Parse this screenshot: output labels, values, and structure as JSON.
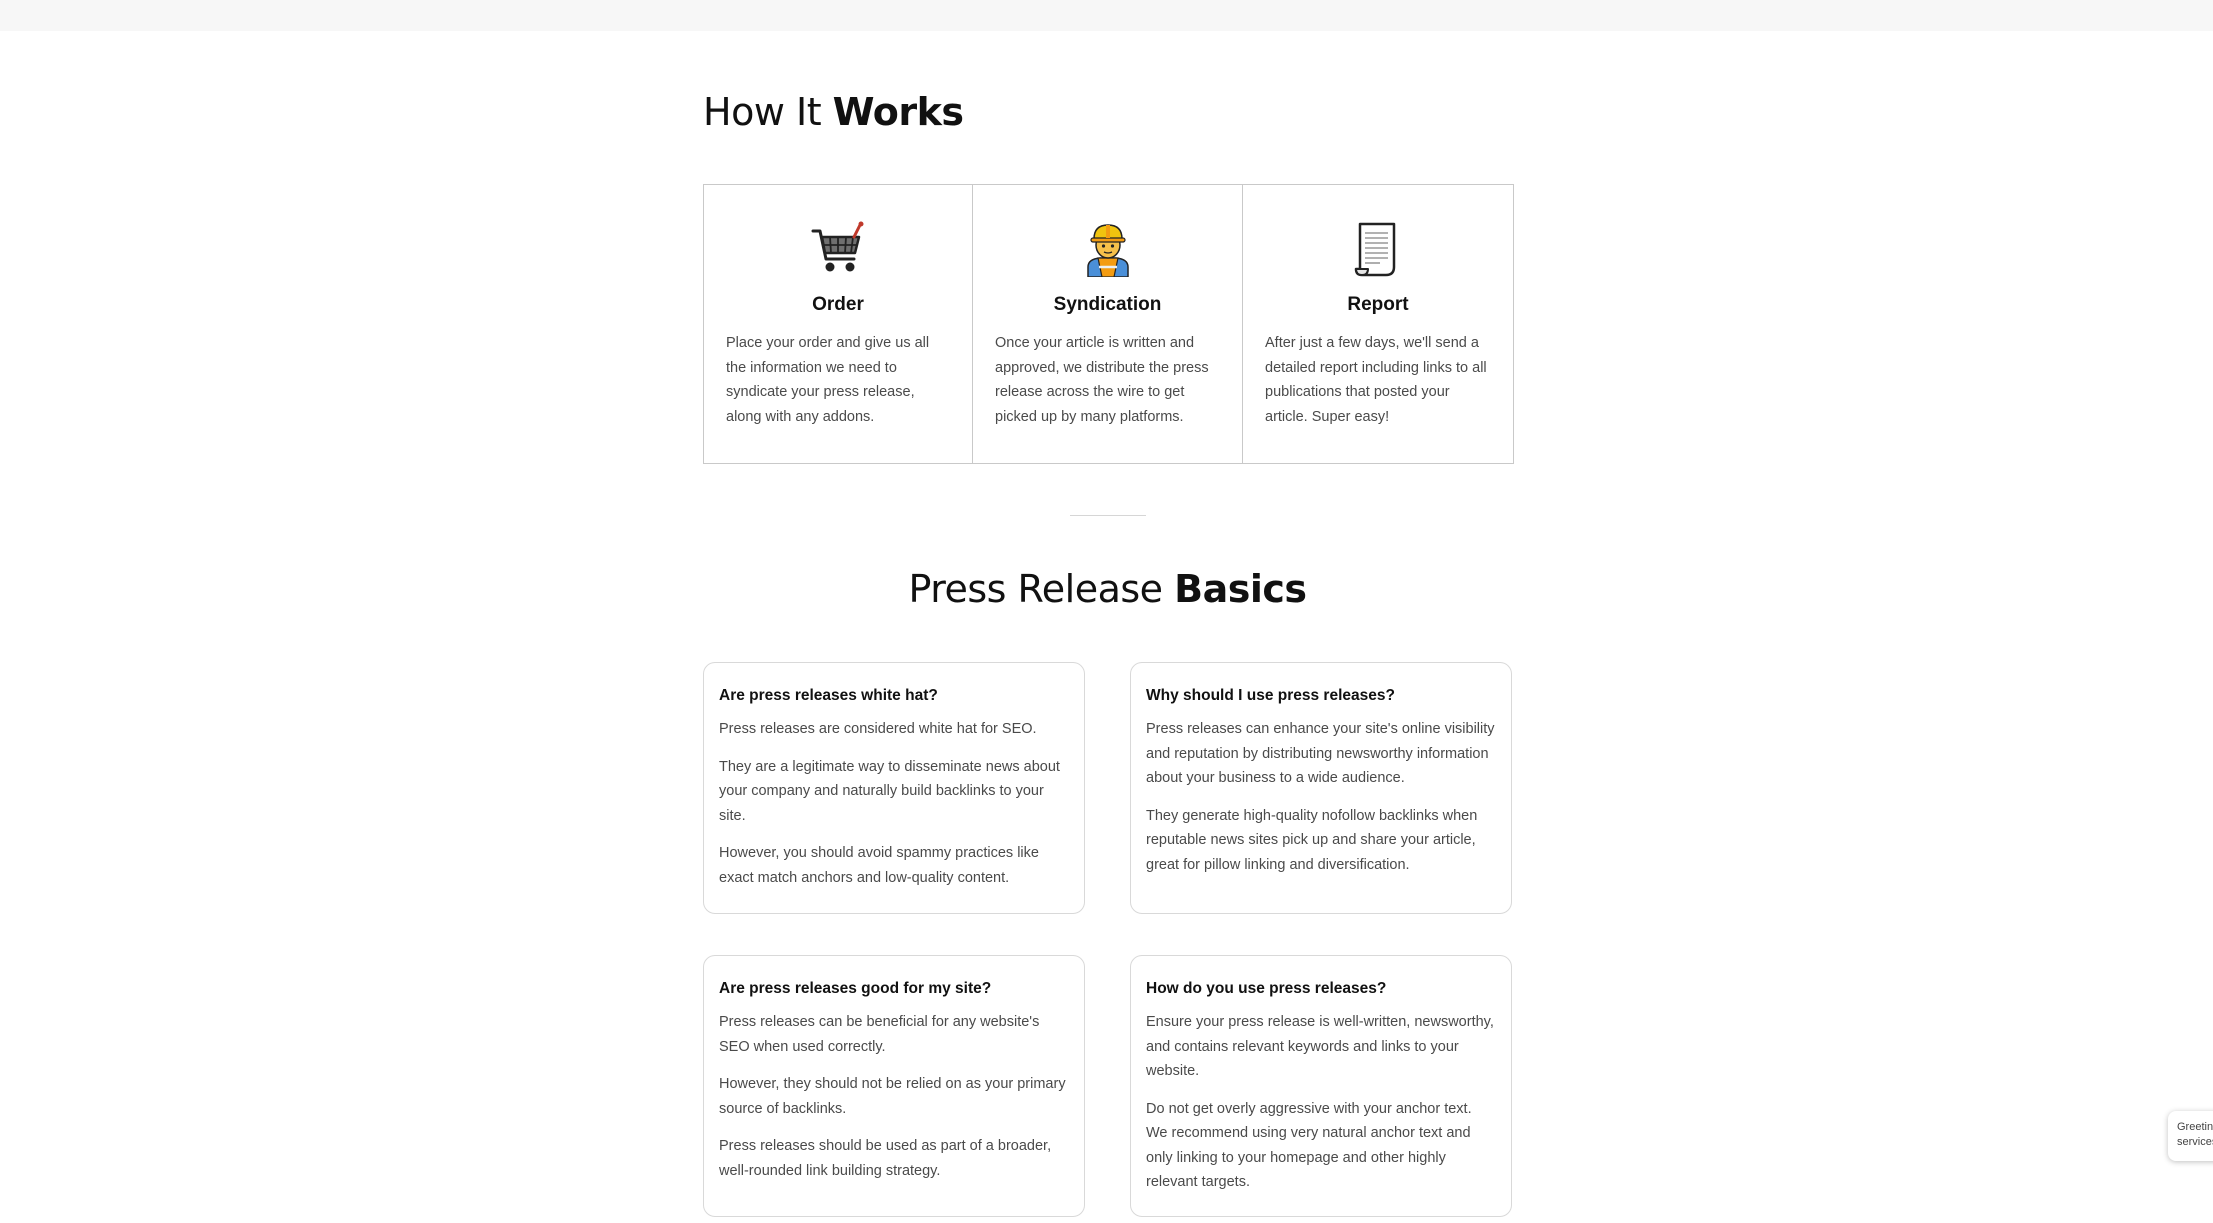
{
  "how_it_works": {
    "title_regular": "How It ",
    "title_bold": "Works",
    "steps": [
      {
        "icon": "shopping-cart-icon",
        "title": "Order",
        "text": "Place your order and give us all the information we need to syndicate your press release, along with any addons."
      },
      {
        "icon": "construction-worker-icon",
        "title": "Syndication",
        "text": "Once your article is written and approved, we distribute the press release across the wire to get picked up by many platforms."
      },
      {
        "icon": "document-icon",
        "title": "Report",
        "text": "After just a few days, we'll send a detailed report including links to all publications that posted your article. Super easy!"
      }
    ]
  },
  "basics": {
    "title_regular": "Press Release ",
    "title_bold": "Basics",
    "faqs": [
      {
        "question": "Are press releases white hat?",
        "paragraphs": [
          "Press releases are considered white hat for SEO.",
          "They are a legitimate way to disseminate news about your company and naturally build backlinks to your site.",
          "However, you should avoid spammy practices like exact match anchors and low-quality content."
        ]
      },
      {
        "question": "Why should I use press releases?",
        "paragraphs": [
          "Press releases can enhance your site's online visibility and reputation by distributing newsworthy information about your business to a wide audience.",
          "They generate high-quality nofollow backlinks when reputable news sites pick up and share your article, great for pillow linking and diversification."
        ]
      },
      {
        "question": "Are press releases good for my site?",
        "paragraphs": [
          "Press releases can be beneficial for any website's SEO when used correctly.",
          "However, they should not be relied on as your primary source of backlinks.",
          "Press releases should be used as part of a broader, well-rounded link building strategy."
        ]
      },
      {
        "question": "How do you use press releases?",
        "paragraphs": [
          "Ensure your press release is well-written, newsworthy, and contains relevant keywords and links to your website.",
          "Do not get overly aggressive with your anchor text. We recommend using very natural anchor text and only linking to your homepage and other highly relevant targets."
        ]
      }
    ]
  },
  "chat_widget": {
    "line1": "Greetings",
    "line2": "services!"
  }
}
